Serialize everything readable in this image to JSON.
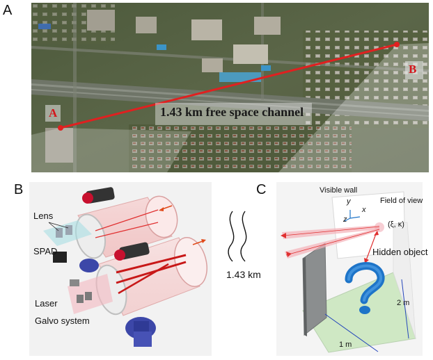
{
  "panel_a": {
    "letter": "A",
    "point_a": "A",
    "point_b": "B",
    "channel_label": "1.43 km free space channel"
  },
  "panel_b": {
    "letter": "B",
    "lens_label": "Lens",
    "spad_label": "SPAD",
    "laser_label": "Laser",
    "galvo_label": "Galvo system",
    "distance_label": "1.43 km"
  },
  "panel_c": {
    "letter": "C",
    "visible_wall_label": "Visible wall",
    "field_of_view_label": "Field of view",
    "axis_y": "y",
    "axis_x": "x",
    "axis_z": "z",
    "coord_label": "(ξ, κ)",
    "hidden_object_label": "Hidden object",
    "height_label": "2 m",
    "width_label": "1 m"
  },
  "colors": {
    "laser_red": "#e02020",
    "map_road": "#6f7568",
    "object_blue": "#1e74c8",
    "floor_green": "#cfe8c4"
  }
}
